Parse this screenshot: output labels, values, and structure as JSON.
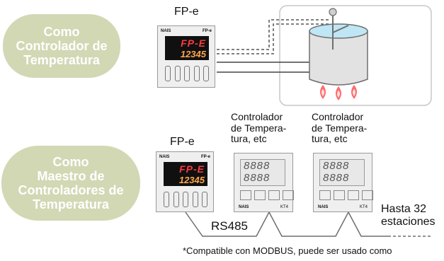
{
  "labels": {
    "fp_e_top": "FP-e",
    "fp_e_bottom": "FP-e",
    "controller_1": [
      "Controlador",
      "de Tempera-",
      "tura, etc"
    ],
    "controller_2": [
      "Controlador",
      "de Tempera-",
      "tura, etc"
    ],
    "rs485": "RS485",
    "stations": [
      "Hasta 32",
      "estaciones"
    ],
    "footnote": "*Compatible con MODBUS, puede ser usado como"
  },
  "blobs": {
    "temp_controller": [
      "Como",
      "Controlador de",
      "Temperatura"
    ],
    "master": [
      "Como",
      "Maestro de",
      "Controladores de",
      "Temperatura"
    ]
  },
  "device": {
    "brand": "NAIS",
    "model": "FP-e",
    "display_top": "FP-E",
    "display_bottom": "12345",
    "controller_brand": "NAIS",
    "controller_model": "KT4",
    "controller_digits": "8888"
  },
  "colors": {
    "blob": "#d2d8b4",
    "lcd_red": "#ff3b3b",
    "lcd_orange": "#ffa64d",
    "flame": "#ff6b6b"
  }
}
